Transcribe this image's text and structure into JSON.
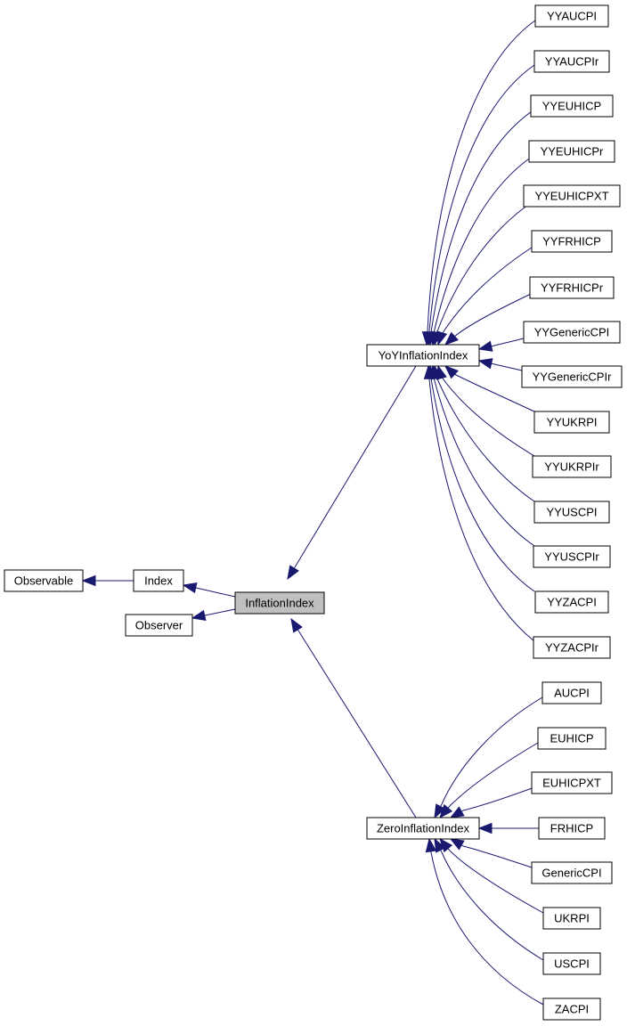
{
  "nodes": {
    "observable": "Observable",
    "index": "Index",
    "observer": "Observer",
    "inflation_index": "InflationIndex",
    "yoy_inflation_index": "YoYInflationIndex",
    "zero_inflation_index": "ZeroInflationIndex",
    "yyaucpi": "YYAUCPI",
    "yyaucpir": "YYAUCPIr",
    "yyeuhicp": "YYEUHICP",
    "yyeuhicpr": "YYEUHICPr",
    "yyeuhicpxt": "YYEUHICPXT",
    "yyfrhicp": "YYFRHICP",
    "yyfrhicpr": "YYFRHICPr",
    "yygenericcpi": "YYGenericCPI",
    "yygenericcpir": "YYGenericCPIr",
    "yyukrpi": "YYUKRPI",
    "yyukrpir": "YYUKRPIr",
    "yyuscpi": "YYUSCPI",
    "yyuscpir": "YYUSCPIr",
    "yyzacpi": "YYZACPI",
    "yyzacpir": "YYZACPIr",
    "aucpi": "AUCPI",
    "euhicp": "EUHICP",
    "euhicpxt": "EUHICPXT",
    "frhicp": "FRHICP",
    "genericcpi": "GenericCPI",
    "ukrpi": "UKRPI",
    "uscpi": "USCPI",
    "zacpi": "ZACPI"
  },
  "edges": [
    {
      "from": "index",
      "to": "observable"
    },
    {
      "from": "inflation_index",
      "to": "index"
    },
    {
      "from": "inflation_index",
      "to": "observer"
    },
    {
      "from": "yoy_inflation_index",
      "to": "inflation_index"
    },
    {
      "from": "zero_inflation_index",
      "to": "inflation_index"
    },
    {
      "from": "yyaucpi",
      "to": "yoy_inflation_index"
    },
    {
      "from": "yyaucpir",
      "to": "yoy_inflation_index"
    },
    {
      "from": "yyeuhicp",
      "to": "yoy_inflation_index"
    },
    {
      "from": "yyeuhicpr",
      "to": "yoy_inflation_index"
    },
    {
      "from": "yyeuhicpxt",
      "to": "yoy_inflation_index"
    },
    {
      "from": "yyfrhicp",
      "to": "yoy_inflation_index"
    },
    {
      "from": "yyfrhicpr",
      "to": "yoy_inflation_index"
    },
    {
      "from": "yygenericcpi",
      "to": "yoy_inflation_index"
    },
    {
      "from": "yygenericcpir",
      "to": "yoy_inflation_index"
    },
    {
      "from": "yyukrpi",
      "to": "yoy_inflation_index"
    },
    {
      "from": "yyukrpir",
      "to": "yoy_inflation_index"
    },
    {
      "from": "yyuscpi",
      "to": "yoy_inflation_index"
    },
    {
      "from": "yyuscpir",
      "to": "yoy_inflation_index"
    },
    {
      "from": "yyzacpi",
      "to": "yoy_inflation_index"
    },
    {
      "from": "yyzacpir",
      "to": "yoy_inflation_index"
    },
    {
      "from": "aucpi",
      "to": "zero_inflation_index"
    },
    {
      "from": "euhicp",
      "to": "zero_inflation_index"
    },
    {
      "from": "euhicpxt",
      "to": "zero_inflation_index"
    },
    {
      "from": "frhicp",
      "to": "zero_inflation_index"
    },
    {
      "from": "genericcpi",
      "to": "zero_inflation_index"
    },
    {
      "from": "ukrpi",
      "to": "zero_inflation_index"
    },
    {
      "from": "uscpi",
      "to": "zero_inflation_index"
    },
    {
      "from": "zacpi",
      "to": "zero_inflation_index"
    }
  ],
  "colors": {
    "edge": "#191970",
    "focus_node_fill": "#bfbfbf",
    "node_fill": "#ffffff",
    "node_border": "#000000"
  }
}
